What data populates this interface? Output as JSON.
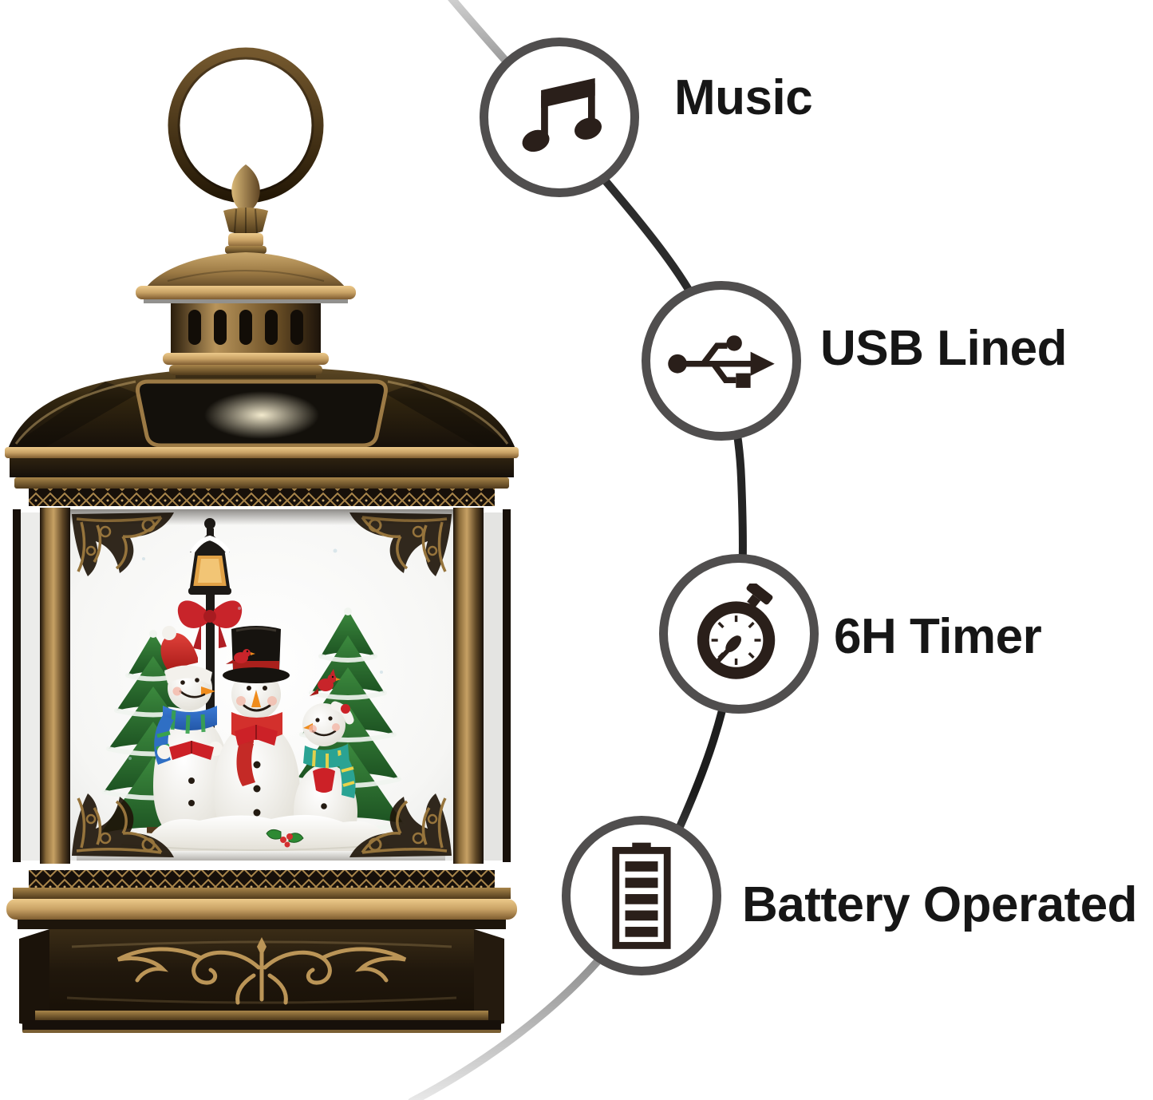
{
  "features": [
    {
      "label": "Music",
      "icon": "music-note-icon"
    },
    {
      "label": "USB Lined",
      "icon": "usb-icon"
    },
    {
      "label": "6H Timer",
      "icon": "stopwatch-icon"
    },
    {
      "label": "Battery Operated",
      "icon": "battery-icon"
    }
  ],
  "illustration": {
    "subject": "christmas-snow-globe-lantern",
    "elements": [
      "hanging-ring",
      "finial",
      "vented-cap",
      "dome-roof",
      "glass-case",
      "street-lamp",
      "christmas-tree-left",
      "christmas-tree-right",
      "snowman-left",
      "snowman-middle",
      "snowman-right",
      "holly-berries",
      "snow-base",
      "ornate-base"
    ]
  },
  "colors": {
    "badge_border": "#504e4e",
    "icon_ink": "#2a1f1a",
    "label_text": "#161616",
    "connector_dark": "#1d1d1d",
    "bronze_light": "#c9a76b",
    "bronze_dark": "#3a2c16",
    "santa_red": "#cc2127",
    "tree_green": "#2e7d32",
    "scarf_blue": "#2f6fc4",
    "scarf_teal": "#2aa393",
    "lamp_amber": "#e2a246"
  }
}
